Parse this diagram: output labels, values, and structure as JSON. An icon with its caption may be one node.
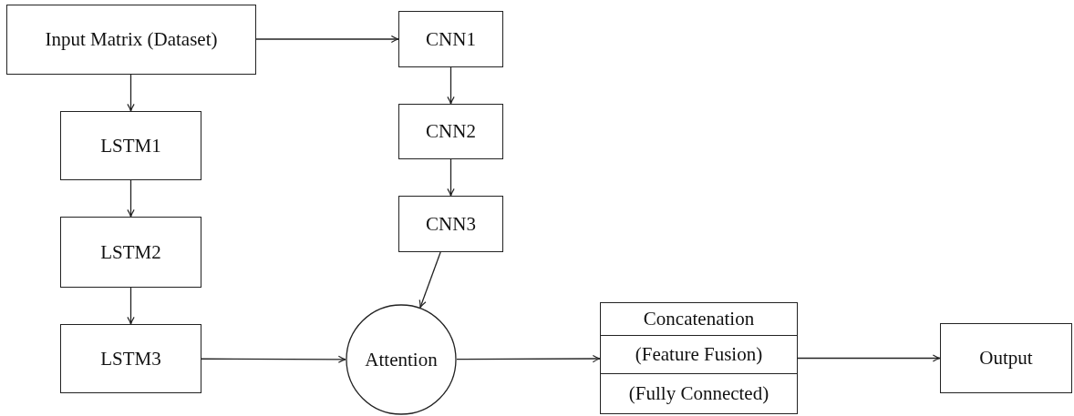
{
  "diagram": {
    "nodes": [
      {
        "text": [
          "Input Matrix (Dataset)"
        ]
      },
      {
        "text": [
          "CNN1"
        ]
      },
      {
        "text": [
          "LSTM1"
        ]
      },
      {
        "text": [
          "CNN2"
        ]
      },
      {
        "text": [
          "LSTM2"
        ]
      },
      {
        "text": [
          "CNN3"
        ]
      },
      {
        "text": [
          "LSTM3"
        ]
      },
      {
        "text": [
          "Attention"
        ]
      },
      {
        "text": [
          "Concatenation",
          "(Feature Fusion)",
          "(Fully Connected)"
        ]
      },
      {
        "text": [
          "Output"
        ]
      }
    ],
    "edges": [
      {
        "from": 0,
        "to": 1,
        "arrow": "to"
      },
      {
        "from": 0,
        "to": 2,
        "arrow": "to"
      },
      {
        "from": 1,
        "to": 3,
        "arrow": "to"
      },
      {
        "from": 2,
        "to": 4,
        "arrow": "to"
      },
      {
        "from": 3,
        "to": 5,
        "arrow": "to"
      },
      {
        "from": 4,
        "to": 6,
        "arrow": "to"
      },
      {
        "from": 5,
        "to": 7,
        "arrow": "to"
      },
      {
        "from": 6,
        "to": 7,
        "arrow": "to"
      },
      {
        "from": 7,
        "to": 8,
        "arrow": "to"
      },
      {
        "from": 8,
        "to": 9,
        "arrow": "to"
      }
    ]
  }
}
